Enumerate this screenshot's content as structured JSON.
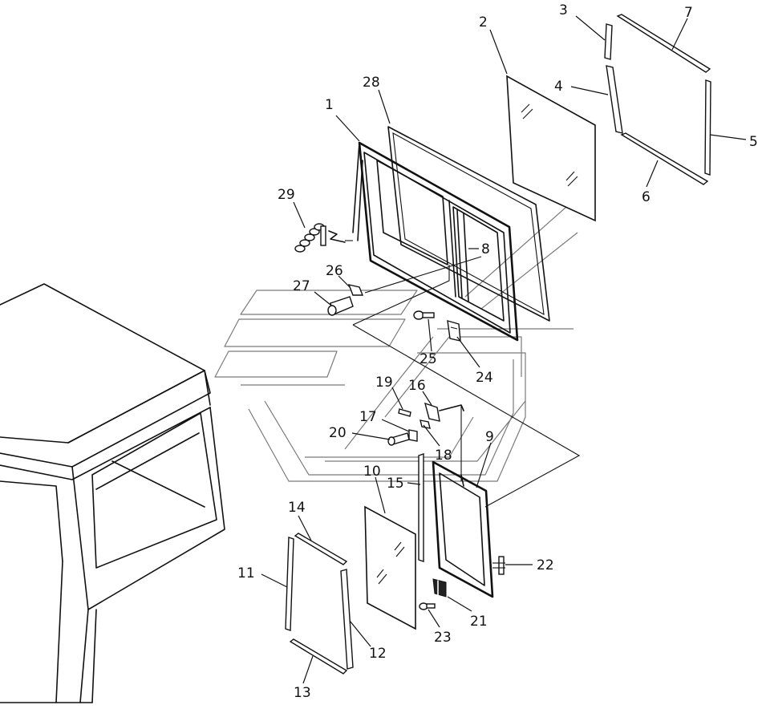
{
  "callouts": [
    {
      "label": "1"
    },
    {
      "label": "2"
    },
    {
      "label": "3"
    },
    {
      "label": "4"
    },
    {
      "label": "5"
    },
    {
      "label": "6"
    },
    {
      "label": "7"
    },
    {
      "label": "8"
    },
    {
      "label": "9"
    },
    {
      "label": "10"
    },
    {
      "label": "11"
    },
    {
      "label": "12"
    },
    {
      "label": "13"
    },
    {
      "label": "14"
    },
    {
      "label": "15"
    },
    {
      "label": "16"
    },
    {
      "label": "17"
    },
    {
      "label": "18"
    },
    {
      "label": "19"
    },
    {
      "label": "20"
    },
    {
      "label": "21"
    },
    {
      "label": "22"
    },
    {
      "label": "23"
    },
    {
      "label": "24"
    },
    {
      "label": "25"
    },
    {
      "label": "26"
    },
    {
      "label": "27"
    },
    {
      "label": "28"
    },
    {
      "label": "29"
    }
  ]
}
